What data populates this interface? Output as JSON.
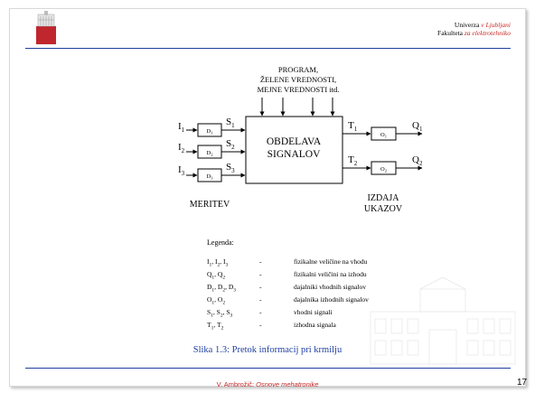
{
  "header": {
    "university_prefix": "Univerza",
    "university_name": "v Ljubljani",
    "faculty_prefix": "Fakulteta",
    "faculty_name": "za elektrotehniko"
  },
  "diagram": {
    "program_lines": [
      "PROGRAM,",
      "ŽELENE VREDNOSTI,",
      "MEJNE VREDNOSTI itd."
    ],
    "central_block": [
      "OBDELAVA",
      "SIGNALOV"
    ],
    "inputs": [
      {
        "symbol": "I",
        "sub": "1",
        "sensor": "D",
        "sensor_sub": "1",
        "signal": "S",
        "signal_sub": "1"
      },
      {
        "symbol": "I",
        "sub": "2",
        "sensor": "D",
        "sensor_sub": "2",
        "signal": "S",
        "signal_sub": "2"
      },
      {
        "symbol": "I",
        "sub": "3",
        "sensor": "D",
        "sensor_sub": "3",
        "signal": "S",
        "signal_sub": "3"
      }
    ],
    "outputs": [
      {
        "signal": "T",
        "signal_sub": "1",
        "actuator": "O",
        "actuator_sub": "1",
        "symbol": "Q",
        "sub": "1"
      },
      {
        "signal": "T",
        "signal_sub": "2",
        "actuator": "O",
        "actuator_sub": "2",
        "symbol": "Q",
        "sub": "2"
      }
    ],
    "meritev_label": "MERITEV",
    "izdaja_lines": [
      "IZDAJA",
      "UKAZOV"
    ]
  },
  "legend": {
    "title": "Legenda:",
    "rows": [
      {
        "symbol": "I1, I2, I3",
        "dash": "-",
        "desc": "fizikalne veličine na vhodu"
      },
      {
        "symbol": "Q1, Q2",
        "dash": "-",
        "desc": "fizikalni veličini na izhodu"
      },
      {
        "symbol": "D1, D2, D3",
        "dash": "-",
        "desc": "dajalniki vhodnih signalov"
      },
      {
        "symbol": "O1, O2",
        "dash": "-",
        "desc": "dajalnika izhodnih signalov"
      },
      {
        "symbol": "S1, S2, S3",
        "dash": "-",
        "desc": "vhodni signali"
      },
      {
        "symbol": "T1, T2",
        "dash": "-",
        "desc": "izhodna signala"
      }
    ]
  },
  "caption": "Slika 1.3: Pretok informacij pri krmilju",
  "footer": {
    "author": "V. Ambrožič:",
    "title": "Osnove mehatronike",
    "page": "17"
  }
}
